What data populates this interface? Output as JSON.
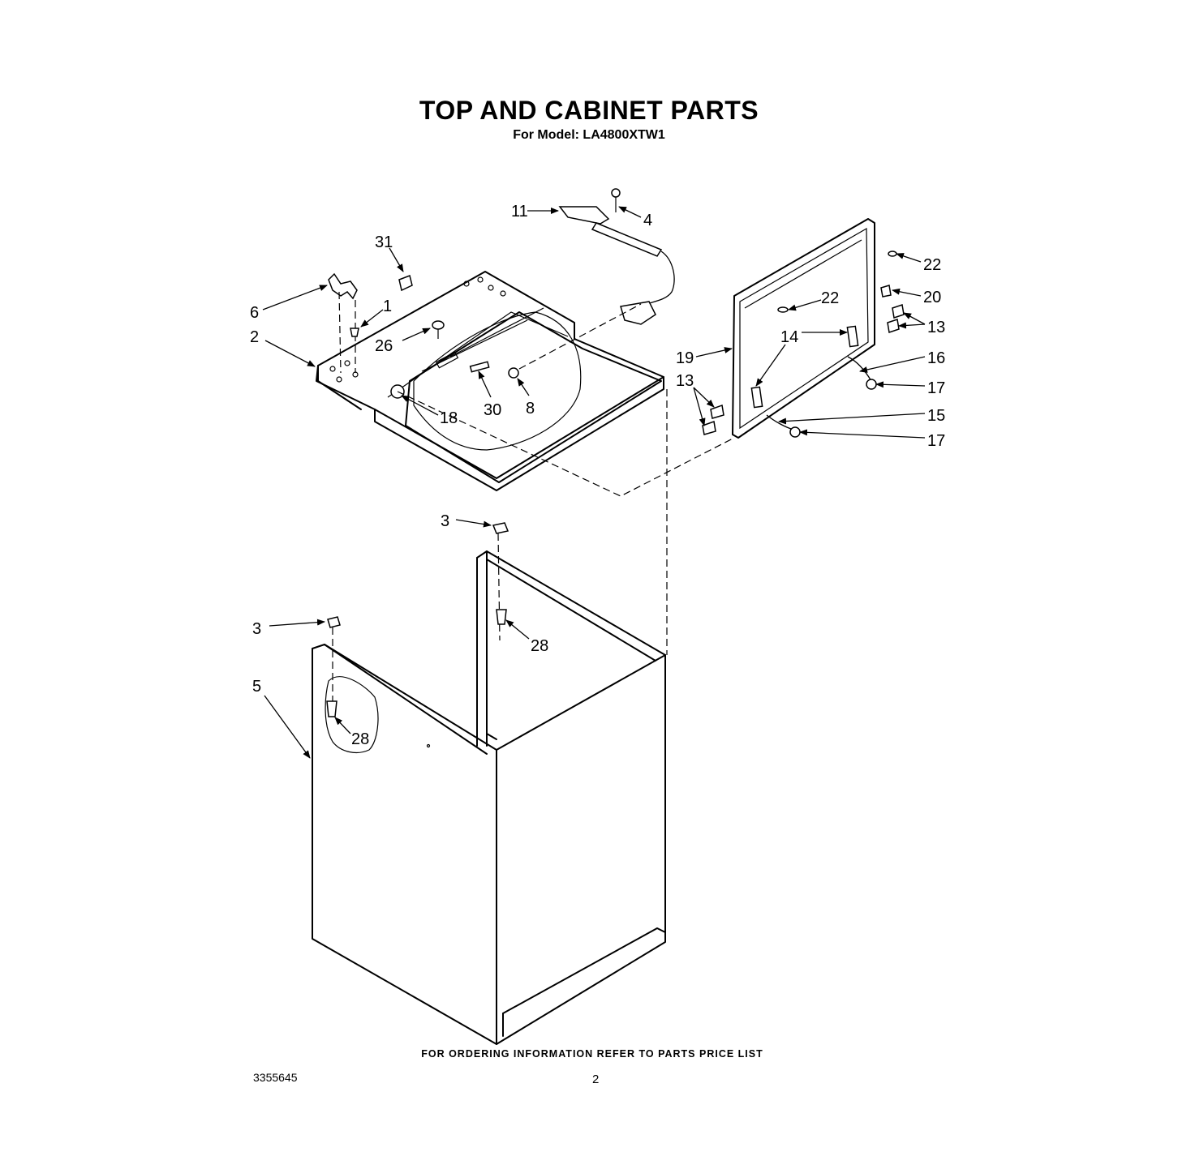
{
  "header": {
    "title": "TOP AND CABINET PARTS",
    "subtitle": "For Model: LA4800XTW1"
  },
  "callouts": {
    "c1": "1",
    "c2": "2",
    "c3a": "3",
    "c3b": "3",
    "c4": "4",
    "c5": "5",
    "c6": "6",
    "c8": "8",
    "c11": "11",
    "c13a": "13",
    "c13b": "13",
    "c14": "14",
    "c15": "15",
    "c16": "16",
    "c17a": "17",
    "c17b": "17",
    "c18": "18",
    "c19": "19",
    "c20": "20",
    "c22a": "22",
    "c22b": "22",
    "c26": "26",
    "c28a": "28",
    "c28b": "28",
    "c30": "30",
    "c31": "31"
  },
  "footer": {
    "note": "FOR ORDERING INFORMATION REFER TO PARTS PRICE LIST",
    "doc_number": "3355645",
    "page_number": "2"
  }
}
